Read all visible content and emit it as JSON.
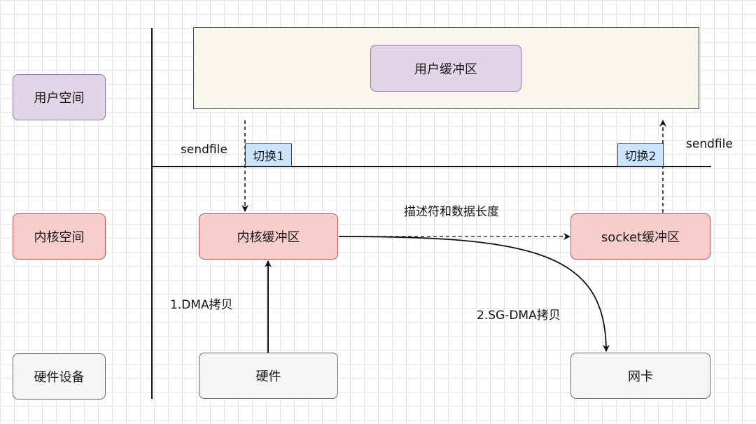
{
  "rows": {
    "user_space": "用户空间",
    "kernel_space": "内核空间",
    "hardware_device": "硬件设备"
  },
  "boxes": {
    "user_buffer": "用户缓冲区",
    "kernel_buffer": "内核缓冲区",
    "socket_buffer": "socket缓冲区",
    "hardware": "硬件",
    "nic": "网卡"
  },
  "switches": {
    "switch1": "切换1",
    "switch2": "切换2"
  },
  "labels": {
    "sendfile_left": "sendfile",
    "sendfile_right": "sendfile",
    "descriptor": "描述符和数据长度",
    "dma_copy": "1.DMA拷贝",
    "sg_dma_copy": "2.SG-DMA拷贝"
  },
  "colors": {
    "user": "#e1d5e7",
    "kernel": "#f8cecc",
    "hardware": "#f5f5f5",
    "container": "#f9f7ed",
    "switch": "#cce5ff"
  }
}
